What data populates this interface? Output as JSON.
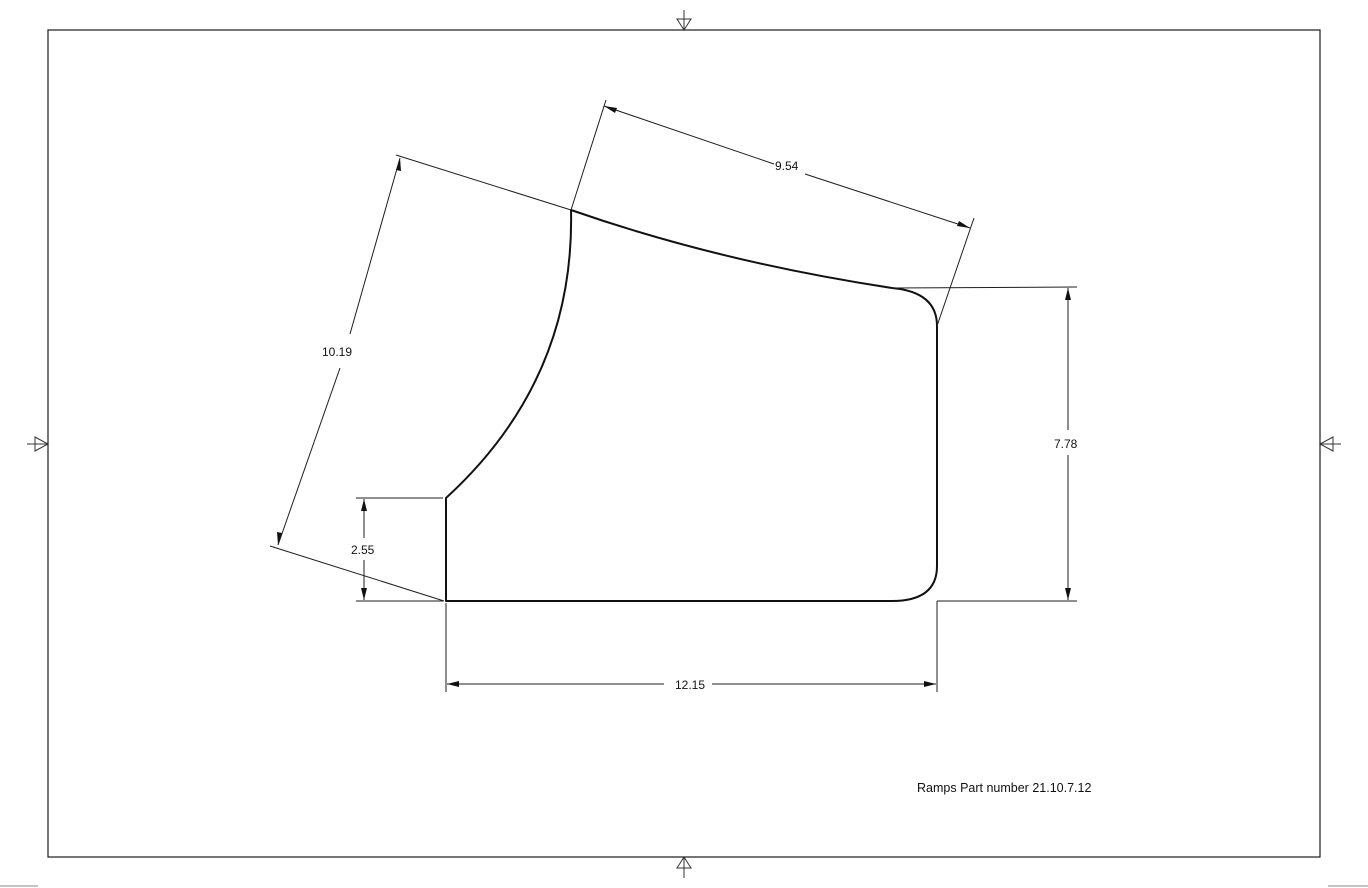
{
  "drawing": {
    "title_block": {
      "text": "Ramps Part number 21.10.7.12"
    },
    "dimensions": {
      "top_edge_length": "9.54",
      "left_arc_chord": "10.19",
      "right_height": "7.78",
      "left_step_height": "2.55",
      "bottom_width": "12.15"
    },
    "centering_marks": [
      {
        "position": "top",
        "icon": "centering-arrow-down"
      },
      {
        "position": "bottom",
        "icon": "centering-arrow-up"
      },
      {
        "position": "left",
        "icon": "centering-arrow-right"
      },
      {
        "position": "right",
        "icon": "centering-arrow-left"
      }
    ],
    "colors": {
      "background": "#ffffff",
      "line": "#111111"
    }
  }
}
